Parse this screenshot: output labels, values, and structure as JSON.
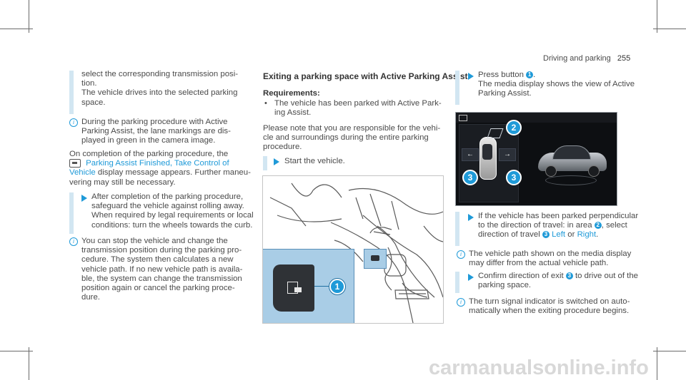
{
  "header": {
    "section": "Driving and parking",
    "page_number": "255"
  },
  "col1": {
    "para1": [
      "select the corresponding transmission posi-",
      "tion.",
      "The vehicle drives into the selected parking",
      "space."
    ],
    "note1": [
      "During the parking procedure with Active",
      "Parking Assist, the lane markings are dis-",
      "played in green in the camera image."
    ],
    "completion_intro": "On completion of the parking procedure, the",
    "message_line1": "Parking Assist Finished, Take Control of",
    "message_line2_blue": "Vehicle",
    "message_line2_rest": " display message appears. Further maneu-",
    "message_line3": "vering may still be necessary.",
    "step1": [
      "After completion of the parking procedure,",
      "safeguard the vehicle against rolling away.",
      "When required by legal requirements or local",
      "conditions: turn the wheels towards the curb."
    ],
    "note2": [
      "You can stop the vehicle and change the",
      "transmission position during the parking pro-",
      "cedure. The system then calculates a new",
      "vehicle path. If no new vehicle path is availa-",
      "ble, the system can change the transmission",
      "position again or cancel the parking proce-",
      "dure."
    ]
  },
  "col2": {
    "heading": "Exiting a parking space with Active Parking Assist",
    "requirements_heading": "Requirements:",
    "req1": [
      "The vehicle has been parked with Active Park-",
      "ing Assist."
    ],
    "please_note": [
      "Please note that you are responsible for the vehi-",
      "cle and surroundings during the entire parking",
      "procedure."
    ],
    "step_start": "Start the vehicle.",
    "figure_callout": "1"
  },
  "col3": {
    "press_button_prefix": "Press button",
    "press_button_num": "1",
    "media_display": [
      "The media display shows the view of Active",
      "Parking Assist."
    ],
    "fig_callouts": [
      "2",
      "3",
      "3"
    ],
    "perp_line1": "If the vehicle has been parked perpendicular",
    "perp_line2_prefix": "to the direction of travel: in area",
    "perp_line2_num": "2",
    "perp_line2_suffix": ", select",
    "perp_line3_prefix": "direction of travel",
    "perp_line3_num": "3",
    "left_label": "Left",
    "or_label": "or",
    "right_label": "Right",
    "note_path": [
      "The vehicle path shown on the media display",
      "may differ from the actual vehicle path."
    ],
    "confirm_prefix": "Confirm direction of exit",
    "confirm_num": "3",
    "confirm_suffix": "to drive out of the",
    "confirm_line2": "parking space.",
    "note_turn": [
      "The turn signal indicator is switched on auto-",
      "matically when the exiting procedure begins."
    ]
  },
  "watermark": "carmanualsonline.info",
  "colors": {
    "accent": "#1f9ad8",
    "bar": "#d2e6f2",
    "text": "#4a4a4a"
  }
}
